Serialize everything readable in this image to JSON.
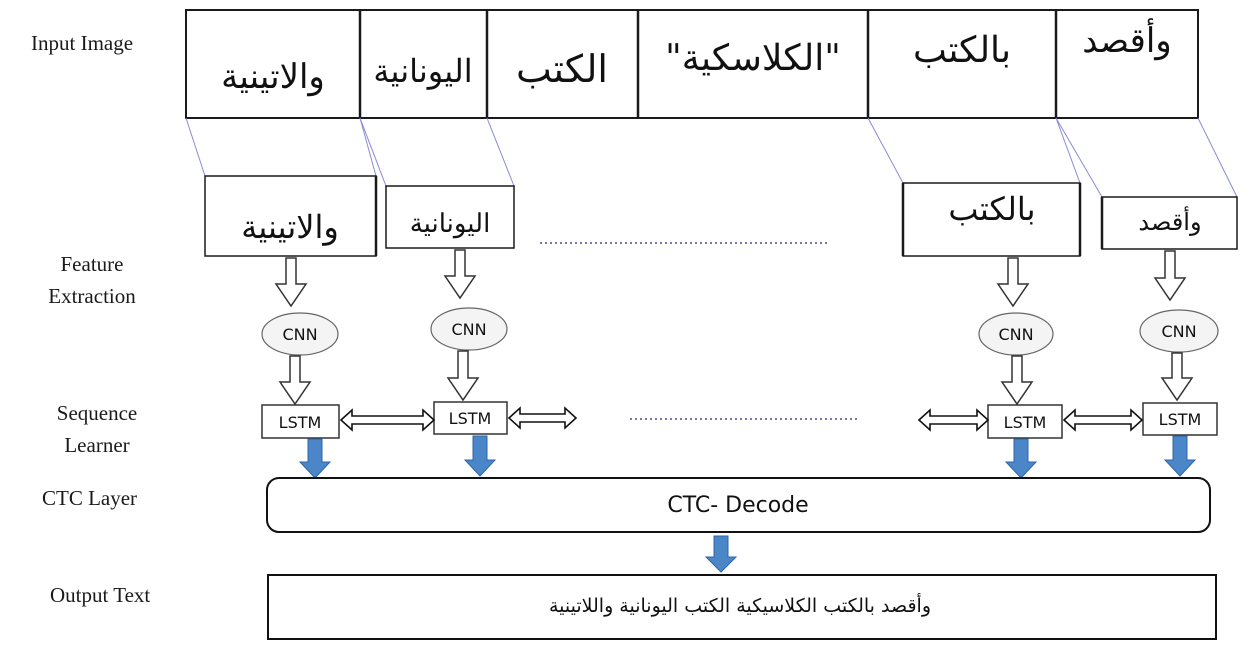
{
  "rows": {
    "input_image": "Input Image",
    "feature_extraction_1": "Feature",
    "feature_extraction_2": "Extraction",
    "sequence_learner_1": "Sequence",
    "sequence_learner_2": "Learner",
    "ctc_layer": "CTC Layer",
    "output_text": "Output Text"
  },
  "input_words": [
    "والاتينية",
    "اليونانية",
    "الكتب",
    "\"الكلاسكية\"",
    "بالكتب",
    "وأقصد"
  ],
  "crops": [
    "والاتينية",
    "اليونانية",
    "بالكتب",
    "وأقصد"
  ],
  "cnn_label": "CNN",
  "lstm_label": "LSTM",
  "ctc_decode_label": "CTC- Decode",
  "output_sentence": "وأقصد بالكتب الكلاسيكية الكتب اليونانية واللاتينية",
  "colors": {
    "box_stroke": "#1a1a1a",
    "blue_arrow": "#4a86c8",
    "guide_line": "#8a8ad8",
    "dotted": "#7777aa",
    "cnn_fill": "#f4f4f4"
  }
}
